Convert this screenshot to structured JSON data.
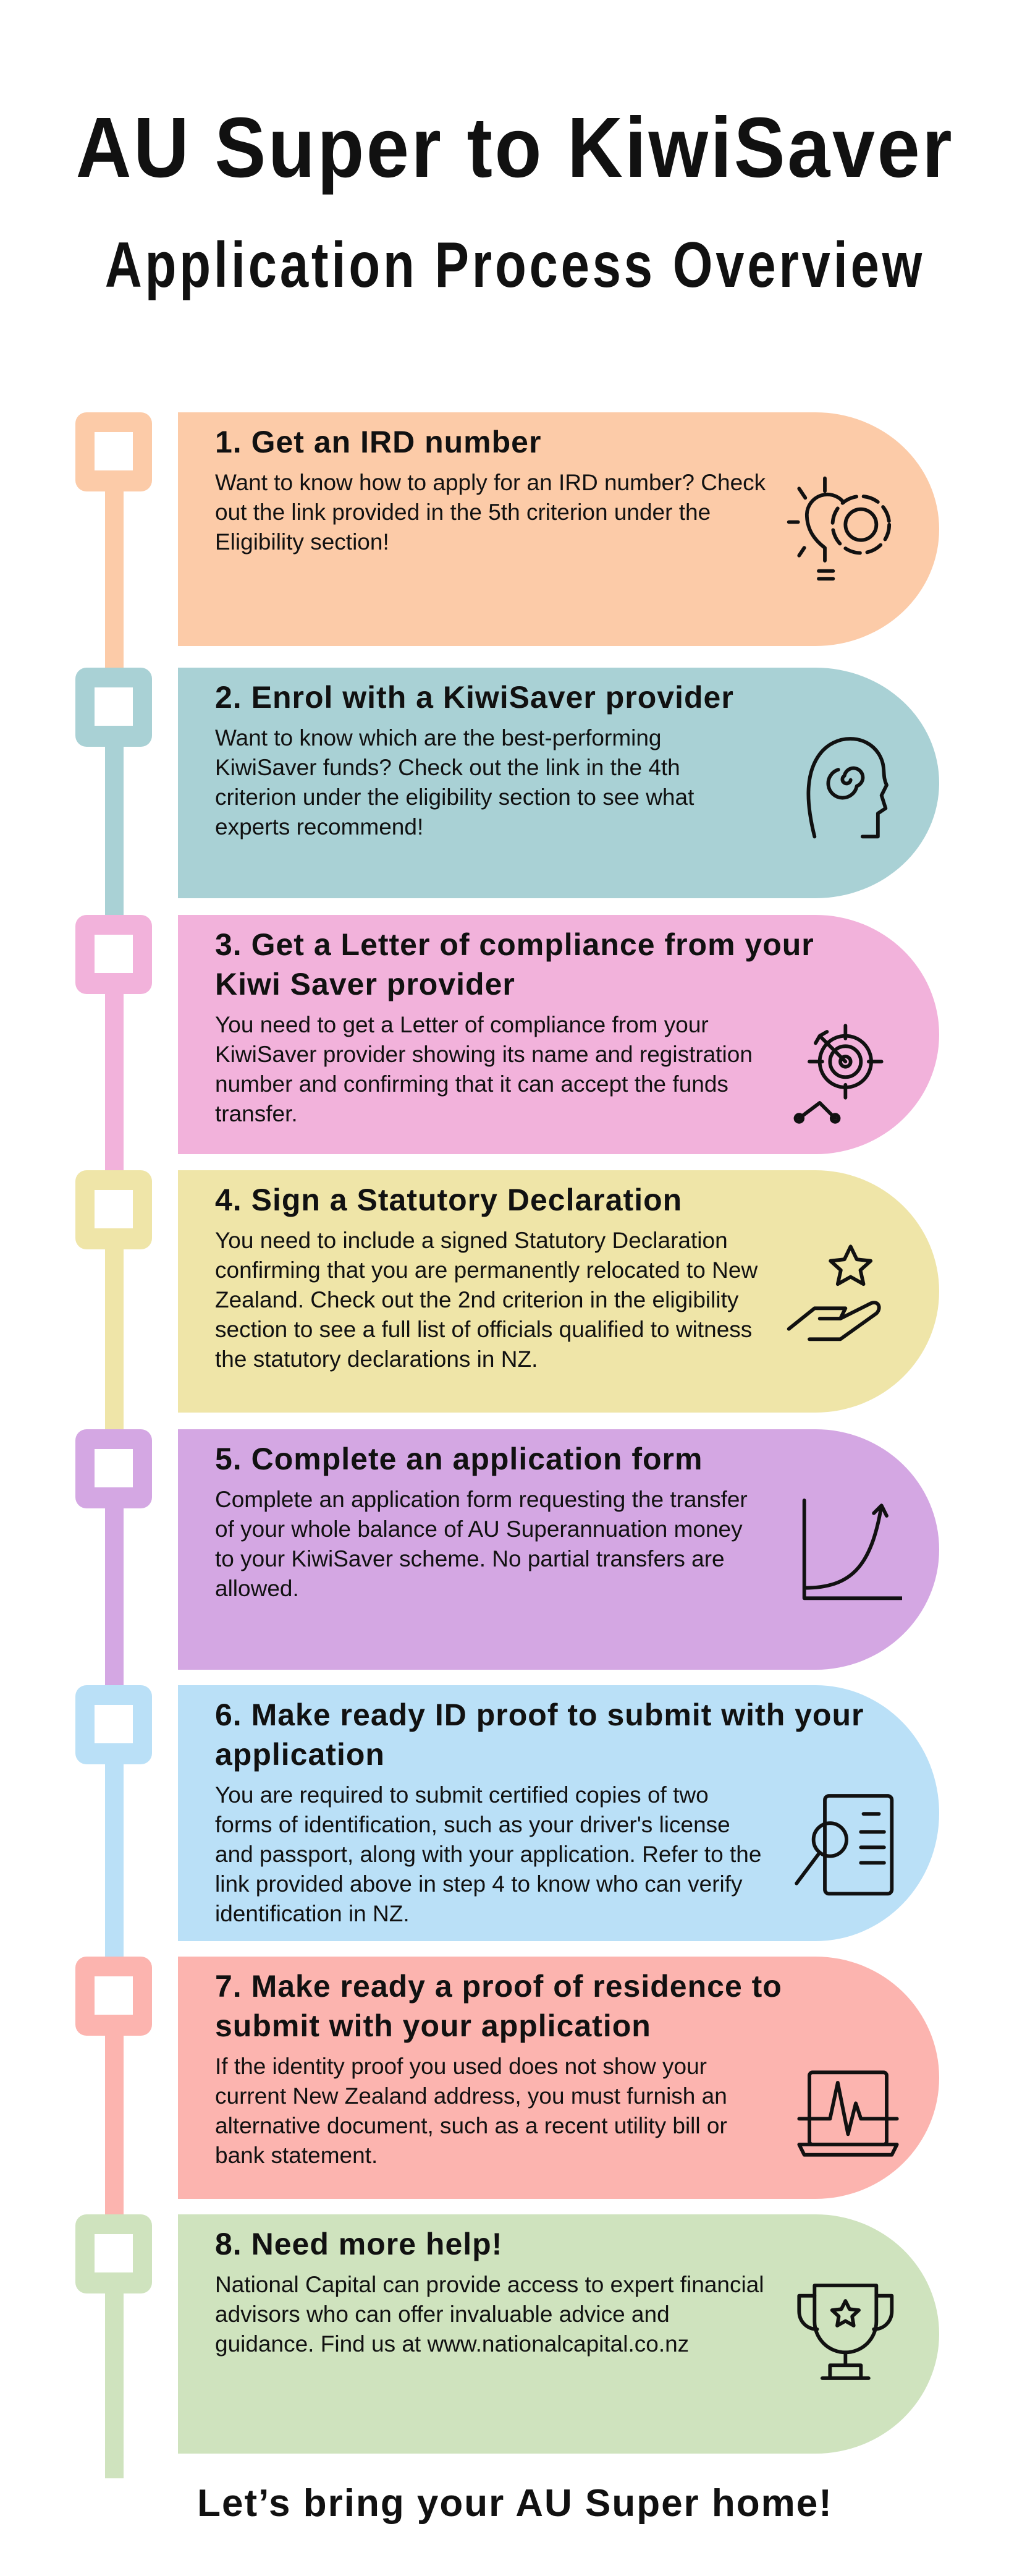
{
  "title": "AU Super to KiwiSaver",
  "subtitle": "Application Process Overview",
  "steps": [
    {
      "heading": "1. Get an IRD number",
      "body": "Want to know how to apply for an IRD number? Check out the link provided in the 5th criterion under the Eligibility section!",
      "icon": "lightbulb-gear-icon",
      "color": "#FCCBA8"
    },
    {
      "heading": "2. Enrol with a KiwiSaver provider",
      "body": "Want to know which are the best-performing KiwiSaver funds? Check out the link in the 4th criterion under the eligibility section to see what experts recommend!",
      "icon": "head-spiral-icon",
      "color": "#A9D1D5"
    },
    {
      "heading": "3. Get a Letter of compliance from your Kiwi Saver provider",
      "body": "You need to get a Letter of compliance from your KiwiSaver provider showing its name and registration number and confirming that it can accept the funds transfer.",
      "icon": "target-icon",
      "color": "#F2B2DB"
    },
    {
      "heading": "4. Sign a Statutory Declaration",
      "body": "You need to include a signed Statutory Declaration confirming that you are permanently relocated to New Zealand. Check out the 2nd criterion in the eligibility section to see a full list of officials qualified to witness the statutory declarations in NZ.",
      "icon": "hand-star-icon",
      "color": "#EFE5A8"
    },
    {
      "heading": "5. Complete an application form",
      "body": "Complete an application form requesting the transfer of your whole balance of AU Superannuation money to your KiwiSaver scheme. No partial transfers are allowed.",
      "icon": "growth-chart-icon",
      "color": "#D4A7E3"
    },
    {
      "heading": "6. Make ready ID proof to submit with your application",
      "body": "You are required to submit certified copies of two forms of identification, such as your driver's license and passport, along with your application. Refer to the link provided above in step 4 to know who can verify identification in NZ.",
      "icon": "document-search-icon",
      "color": "#BAE0F7"
    },
    {
      "heading": "7. Make ready a proof of residence to submit with your application",
      "body": "If the identity proof you used does not show your current New Zealand address, you must furnish an alternative document, such as a recent utility bill or bank statement.",
      "icon": "laptop-pulse-icon",
      "color": "#FCB4AF"
    },
    {
      "heading": "8. Need more help!",
      "body": "National Capital can provide access to expert financial advisors who can offer invaluable advice and guidance. Find us at www.nationalcapital.co.nz",
      "icon": "trophy-icon",
      "color": "#CFE3BE"
    }
  ],
  "footer": "Let’s bring your AU Super home!"
}
